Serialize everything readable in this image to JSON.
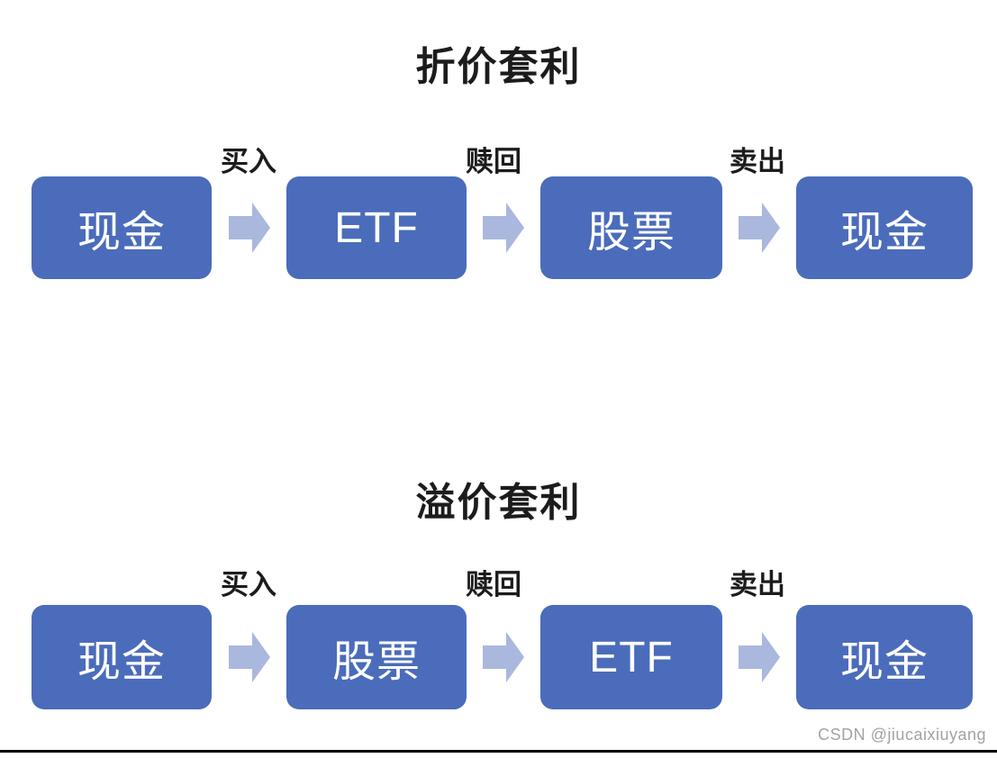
{
  "diagram": {
    "sections": [
      {
        "title": "折价套利",
        "steps": [
          "现金",
          "ETF",
          "股票",
          "现金"
        ],
        "arrows": [
          "买入",
          "赎回",
          "卖出"
        ]
      },
      {
        "title": "溢价套利",
        "steps": [
          "现金",
          "股票",
          "ETF",
          "现金"
        ],
        "arrows": [
          "买入",
          "赎回",
          "卖出"
        ]
      }
    ],
    "colors": {
      "box_fill": "#4b6cba",
      "box_text": "#ffffff",
      "arrow_fill": "#a9b8dc",
      "title_text": "#1c1c1c"
    }
  },
  "watermark": "CSDN @jiucaixiuyang"
}
